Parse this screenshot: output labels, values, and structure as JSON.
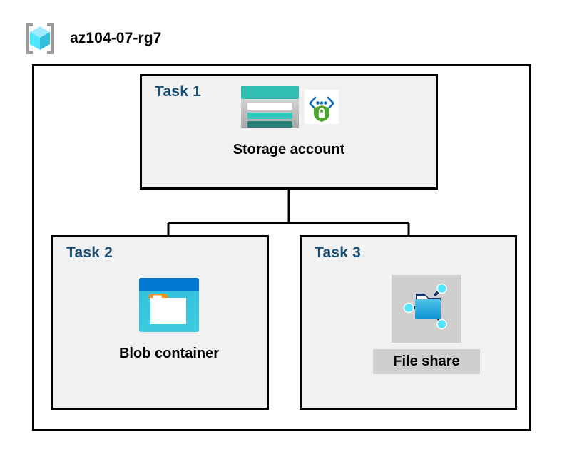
{
  "resource_group": {
    "name": "az104-07-rg7",
    "icon": "resource-group-cube-icon"
  },
  "diagram": {
    "type": "azure-architecture-diagram",
    "container_label": "az104-07-rg7",
    "colors": {
      "task_label": "#1B4E75",
      "task_box_fill": "#F1F1F1",
      "box_border": "#000000",
      "connector": "#000000",
      "highlight": "#CFCFCF",
      "storage_teal": "#32BFB2",
      "storage_teal_dark": "#2A8079",
      "blob_blue": "#0078D4",
      "blob_cyan": "#32BEDD",
      "blob_orange": "#F78D1E",
      "fileshare_blue": "#32BEDD",
      "fileshare_folder": "#0078D4",
      "endpoint_green": "#4CA22F",
      "cube_cyan": "#50E6FF",
      "bracket_gray": "#949494"
    }
  },
  "tasks": [
    {
      "id": "task-1",
      "label": "Task 1",
      "node": {
        "caption": "Storage account",
        "icons": [
          "storage-account-icon",
          "private-endpoint-shield-icon"
        ],
        "highlighted": false
      }
    },
    {
      "id": "task-2",
      "label": "Task 2",
      "node": {
        "caption": "Blob container",
        "icons": [
          "blob-container-icon"
        ],
        "highlighted": false
      }
    },
    {
      "id": "task-3",
      "label": "Task 3",
      "node": {
        "caption": "File share",
        "icons": [
          "file-share-icon"
        ],
        "highlighted": true
      }
    }
  ],
  "connections": [
    {
      "from": "Storage account",
      "to": "Blob container"
    },
    {
      "from": "Storage account",
      "to": "File share"
    }
  ]
}
